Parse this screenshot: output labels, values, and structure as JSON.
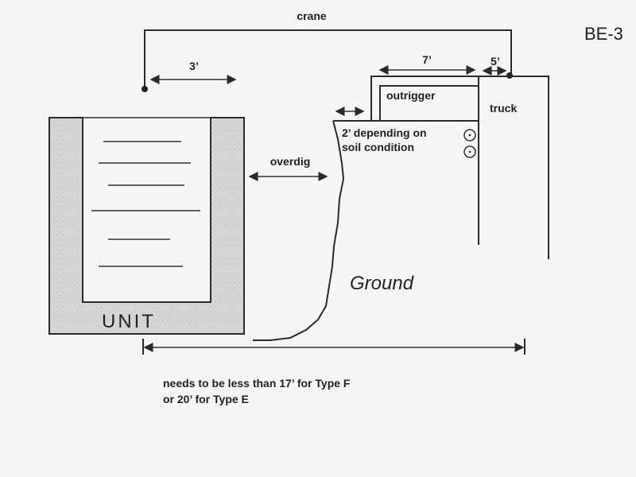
{
  "slide_id": "BE-3",
  "labels": {
    "crane": "crane",
    "dim_3ft": "3’",
    "dim_7ft": "7’",
    "dim_5ft": "5’",
    "outrigger": "outrigger",
    "truck": "truck",
    "soil_line1": "2’ depending on",
    "soil_line2": "soil condition",
    "overdig": "overdig",
    "ground": "Ground",
    "unit": "UNIT"
  },
  "note": {
    "line1": "needs to be less than 17’ for Type F",
    "line2": "or 20’ for Type E"
  }
}
